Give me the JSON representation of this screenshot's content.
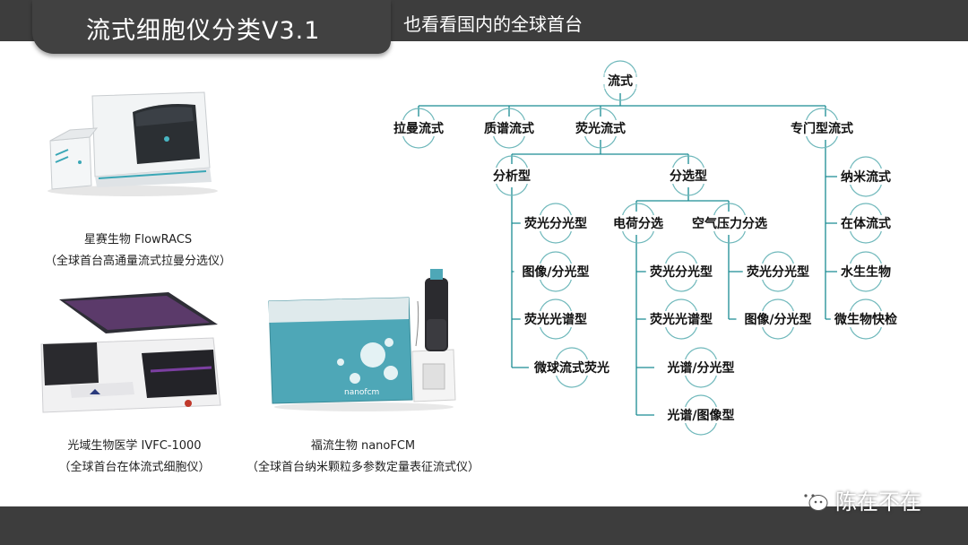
{
  "header": {
    "title": "流式细胞仪分类V3.1",
    "subtitle": "也看看国内的全球首台"
  },
  "products": [
    {
      "name": "星赛生物 FlowRACS",
      "desc": "（全球首台高通量流式拉曼分选仪）"
    },
    {
      "name": "光域生物医学 IVFC-1000",
      "desc": "（全球首台在体流式细胞仪）"
    },
    {
      "name": "福流生物 nanoFCM",
      "desc": "（全球首台纳米颗粒多参数定量表征流式仪）",
      "device_label": "nanofcm"
    }
  ],
  "tree": {
    "root": "流式",
    "level1": [
      "拉曼流式",
      "质谱流式",
      "荧光流式",
      "专门型流式"
    ],
    "analysis": {
      "label": "分析型",
      "children": [
        "荧光分光型",
        "图像/分光型",
        "荧光光谱型",
        "微球流式荧光"
      ]
    },
    "sorting": {
      "label": "分选型",
      "charge": {
        "label": "电荷分选",
        "children": [
          "荧光分光型",
          "荧光光谱型",
          "光谱/分光型",
          "光谱/图像型"
        ]
      },
      "air": {
        "label": "空气压力分选",
        "children": [
          "荧光分光型",
          "图像/分光型"
        ]
      }
    },
    "special": {
      "children": [
        "纳米流式",
        "在体流式",
        "水生生物",
        "微生物快检"
      ]
    }
  },
  "watermark": "陈在不在",
  "colors": {
    "bar": "#3d3d3d",
    "tree_line": "#1a8c93",
    "arc": "#6fb8bb",
    "accent_teal": "#4aa6ad"
  }
}
